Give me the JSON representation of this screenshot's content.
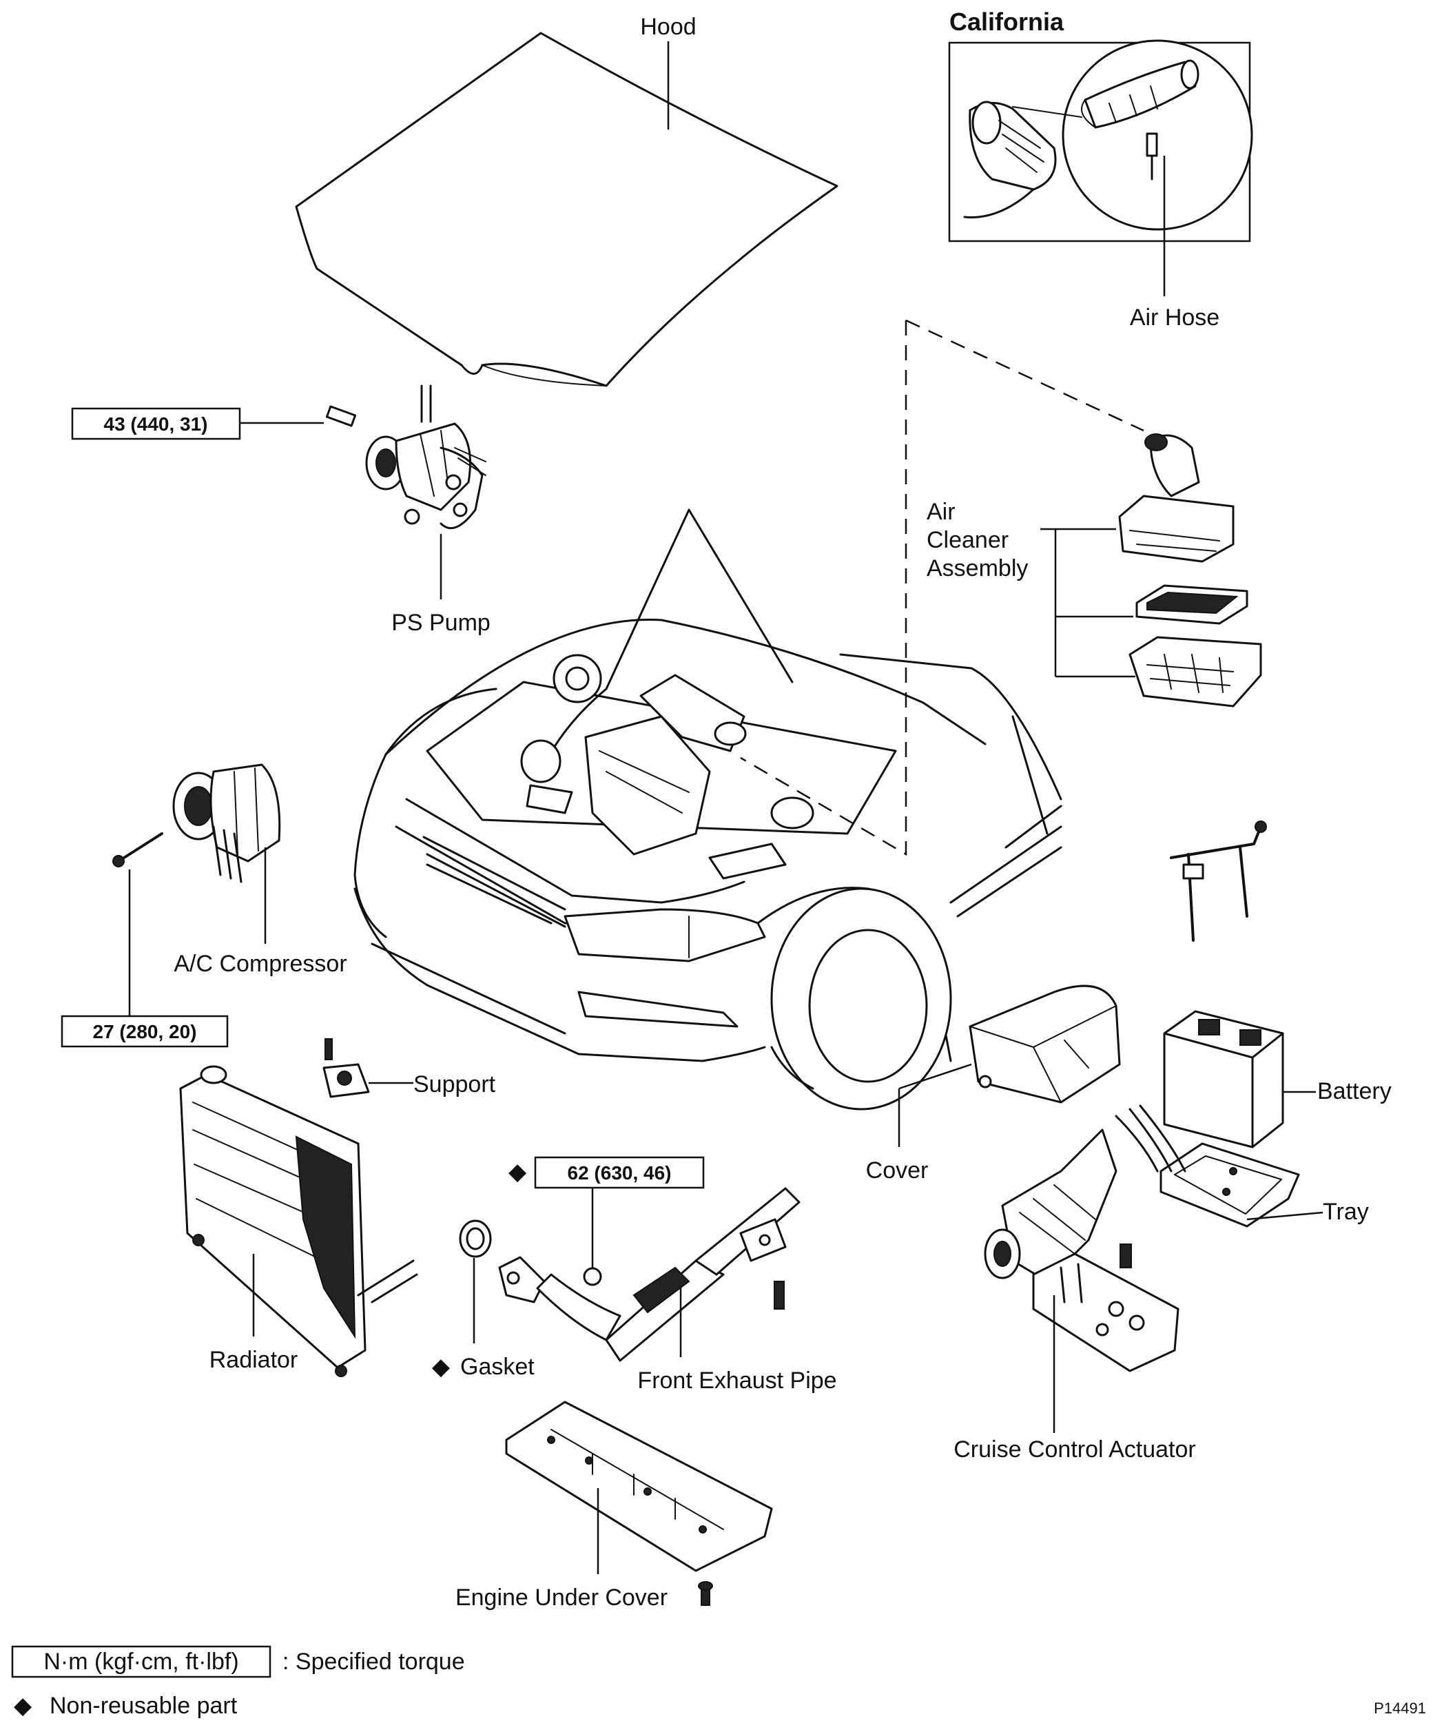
{
  "labels": {
    "hood": "Hood",
    "california": "California",
    "air_hose": "Air Hose",
    "ps_pump": "PS Pump",
    "air_cleaner_1": "Air",
    "air_cleaner_2": "Cleaner",
    "air_cleaner_3": "Assembly",
    "ac_compressor": "A/C Compressor",
    "support": "Support",
    "battery": "Battery",
    "cover": "Cover",
    "tray": "Tray",
    "radiator": "Radiator",
    "gasket": "Gasket",
    "front_exhaust_pipe": "Front Exhaust Pipe",
    "cruise_control_actuator": "Cruise Control Actuator",
    "engine_under_cover": "Engine Under Cover"
  },
  "torques": {
    "ps_pump_bolt": "43 (440, 31)",
    "ac_compressor_bolt": "27 (280, 20)",
    "exhaust_nut": "62 (630, 46)"
  },
  "legend": {
    "torque_unit_box": "N·m (kgf·cm, ft·lbf)",
    "torque_desc": ": Specified torque",
    "nonreusable_symbol": "◆",
    "nonreusable_desc": "Non-reusable part"
  },
  "figure_id": "P14491",
  "symbols": {
    "diamond": "◆"
  }
}
